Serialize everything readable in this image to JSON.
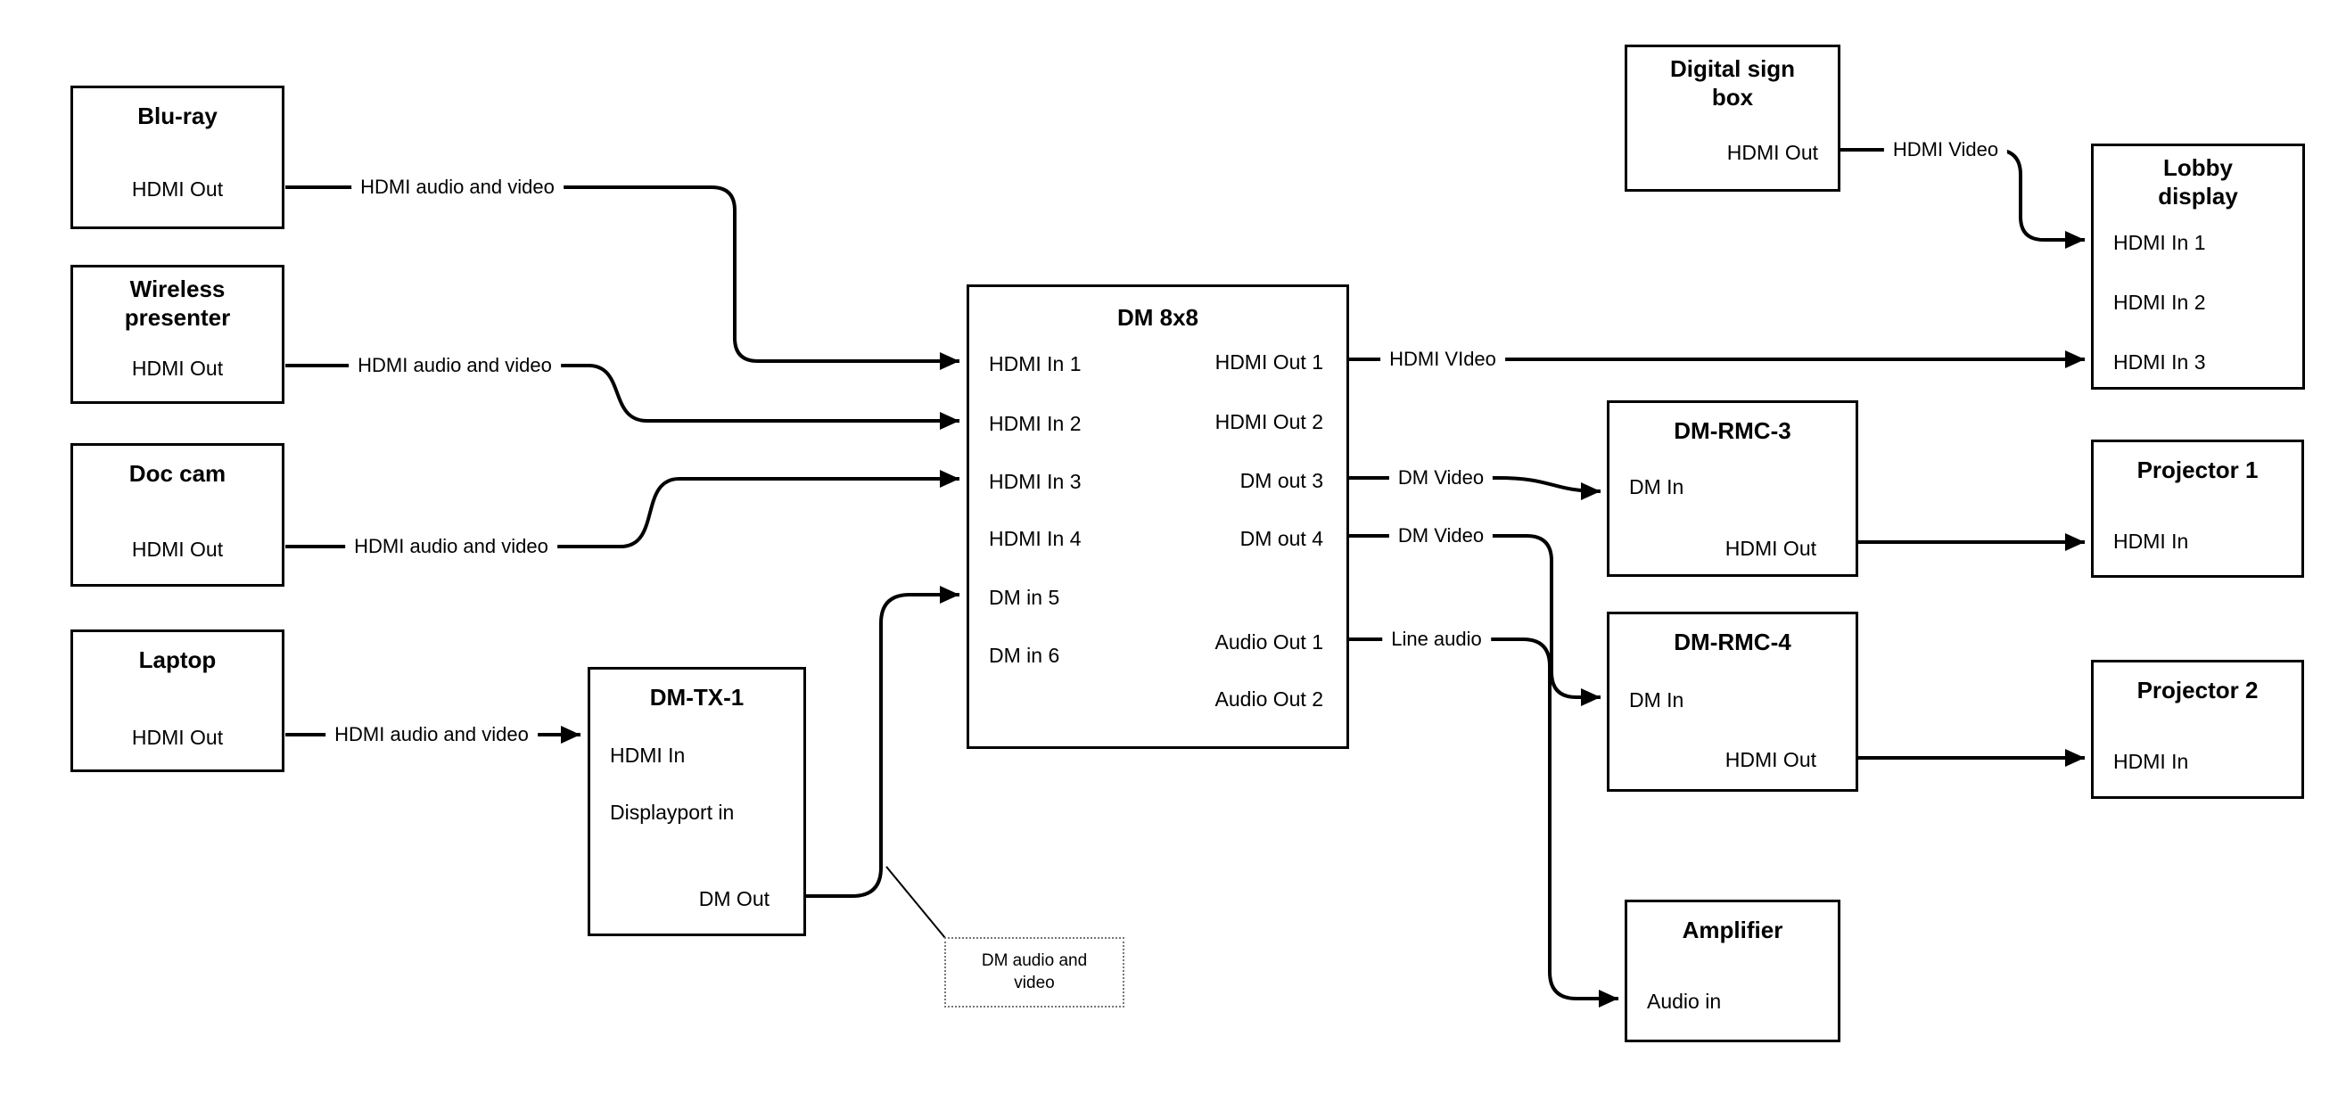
{
  "nodes": {
    "bluray": {
      "title": "Blu-ray",
      "port_out": "HDMI Out"
    },
    "wireless": {
      "title": "Wireless presenter",
      "port_out": "HDMI Out"
    },
    "doccam": {
      "title": "Doc cam",
      "port_out": "HDMI Out"
    },
    "laptop": {
      "title": "Laptop",
      "port_out": "HDMI Out"
    },
    "dmtx1": {
      "title": "DM-TX-1",
      "port_hdmi_in": "HDMI In",
      "port_dp_in": "Displayport in",
      "port_dm_out": "DM Out"
    },
    "dm8x8": {
      "title": "DM 8x8",
      "inputs": [
        "HDMI In 1",
        "HDMI In 2",
        "HDMI In 3",
        "HDMI In 4",
        "DM in 5",
        "DM in 6"
      ],
      "outputs": [
        "HDMI Out 1",
        "HDMI Out 2",
        "DM out 3",
        "DM out 4",
        "Audio Out 1",
        "Audio Out 2"
      ]
    },
    "digitalsign": {
      "title": "Digital sign box",
      "port_out": "HDMI Out"
    },
    "lobby": {
      "title": "Lobby display",
      "inputs": [
        "HDMI In 1",
        "HDMI In 2",
        "HDMI In 3"
      ]
    },
    "dmrmc3": {
      "title": "DM-RMC-3",
      "port_dm_in": "DM In",
      "port_hdmi_out": "HDMI Out"
    },
    "projector1": {
      "title": "Projector 1",
      "port_in": "HDMI In"
    },
    "dmrmc4": {
      "title": "DM-RMC-4",
      "port_dm_in": "DM In",
      "port_hdmi_out": "HDMI Out"
    },
    "projector2": {
      "title": "Projector 2",
      "port_in": "HDMI In"
    },
    "amplifier": {
      "title": "Amplifier",
      "port_in": "Audio in"
    }
  },
  "edges": [
    {
      "label": "HDMI audio and video"
    },
    {
      "label": "HDMI audio and video"
    },
    {
      "label": "HDMI audio and video"
    },
    {
      "label": "HDMI audio and video"
    },
    {
      "label": "HDMI VIdeo"
    },
    {
      "label": "HDMI Video"
    },
    {
      "label": "DM Video"
    },
    {
      "label": "DM Video"
    },
    {
      "label": "Line audio"
    }
  ],
  "note": {
    "text": "DM audio and video"
  }
}
